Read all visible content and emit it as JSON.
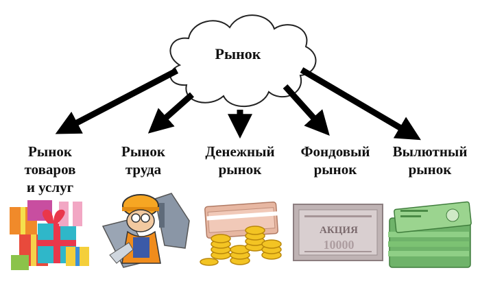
{
  "root": {
    "label": "Рынок"
  },
  "categories": [
    {
      "key": "goods",
      "lines": [
        "Рынок",
        "товаров",
        "и услуг"
      ],
      "image": "gift-boxes-illustration"
    },
    {
      "key": "labor",
      "lines": [
        "Рынок",
        "труда"
      ],
      "image": "worker-illustration"
    },
    {
      "key": "money",
      "lines": [
        "Денежный",
        "рынок"
      ],
      "image": "coins-and-banknotes-illustration"
    },
    {
      "key": "stock",
      "lines": [
        "Фондовый",
        "рынок"
      ],
      "image": "share-certificate-illustration"
    },
    {
      "key": "currency",
      "lines": [
        "Вылютный",
        "рынок"
      ],
      "image": "euro-banknotes-illustration"
    }
  ],
  "certificate": {
    "title": "АКЦИЯ",
    "value": "10000"
  }
}
